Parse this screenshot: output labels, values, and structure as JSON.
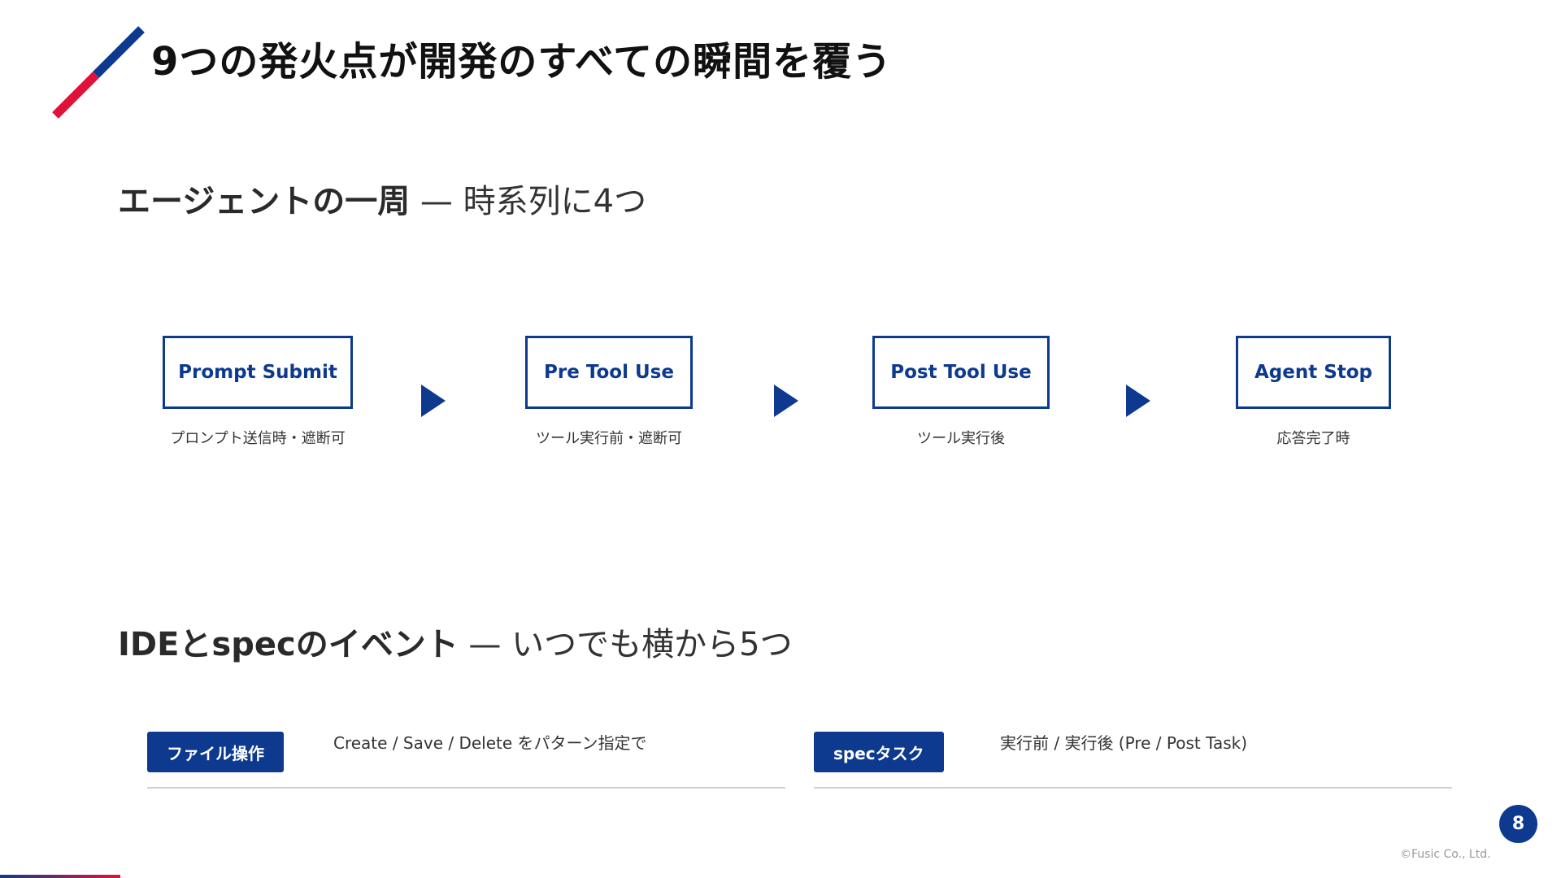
{
  "header": {
    "title": "9つの発火点が開発のすべての瞬間を覆う"
  },
  "section_agent": {
    "heading_strong": "エージェントの一周",
    "heading_light": "— 時系列に4つ"
  },
  "flow_steps": [
    {
      "label": "Prompt Submit",
      "caption": "プロンプト送信時・遮断可"
    },
    {
      "label": "Pre Tool Use",
      "caption": "ツール実行前・遮断可"
    },
    {
      "label": "Post Tool Use",
      "caption": "ツール実行後"
    },
    {
      "label": "Agent Stop",
      "caption": "応答完了時"
    }
  ],
  "section_ide": {
    "heading_strong": "IDEとspecのイベント",
    "heading_light": "— いつでも横から5つ"
  },
  "events": [
    {
      "badge": "ファイル操作",
      "description": "Create / Save / Delete をパターン指定で"
    },
    {
      "badge": "specタスク",
      "description": "実行前 / 実行後 (Pre / Post Task)"
    }
  ],
  "footer": {
    "page_number": "8",
    "copyright": "©Fusic Co., Ltd."
  },
  "colors": {
    "accent_blue": "#0d3a8e",
    "accent_red": "#e0123a",
    "divider": "#cfcfcf"
  },
  "icons": {
    "header_mark": "diagonal-slash-icon",
    "flow_arrow": "play-arrow-icon"
  }
}
